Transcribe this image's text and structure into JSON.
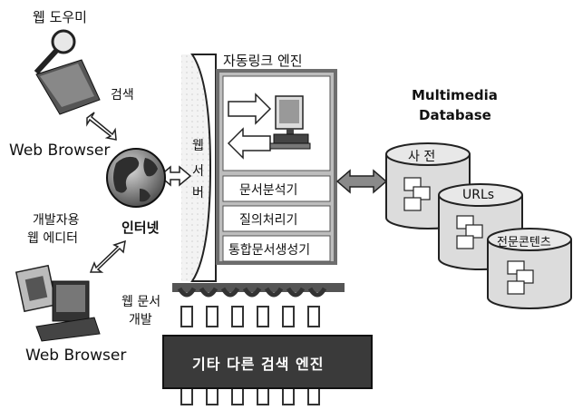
{
  "labels": {
    "web_helper": "웹 도우미",
    "search": "검색",
    "web_browser_top": "Web Browser",
    "internet": "인터넷",
    "dev_editor_line1": "개발자용",
    "dev_editor_line2": "웹 에디터",
    "web_doc_dev_line1": "웹 문서",
    "web_doc_dev_line2": "개발",
    "web_browser_bottom": "Web Browser",
    "autolink_engine": "자동링크 엔진",
    "web_server_1": "웹",
    "web_server_2": "서",
    "web_server_3": "버",
    "module_doc_analyzer": "문서분석기",
    "module_query_processor": "질의처리기",
    "module_integrated_doc_gen": "통합문서생성기",
    "multimedia_line1": "Multimedia",
    "multimedia_line2": "Database",
    "db_dictionary": "사 전",
    "db_urls": "URLs",
    "db_expert_contents": "전문콘텐츠",
    "other_engines": "기타 다른 검색 엔진"
  },
  "colors": {
    "engine_box_fill": "#bdbdbd",
    "engine_box_border": "#6e6e6e",
    "module_fill": "#ffffff",
    "cylinder_fill": "#dcdcdc",
    "other_engine_fill": "#3a3a3a",
    "other_engine_text": "#ffffff",
    "connector_fill": "#555555"
  },
  "icons": {
    "magnifier": "magnifying-glass-icon",
    "globe": "globe-icon",
    "computer": "computer-icon",
    "arrows": "double-arrow-icon",
    "doc_arrows": "document-arrow-icon"
  }
}
